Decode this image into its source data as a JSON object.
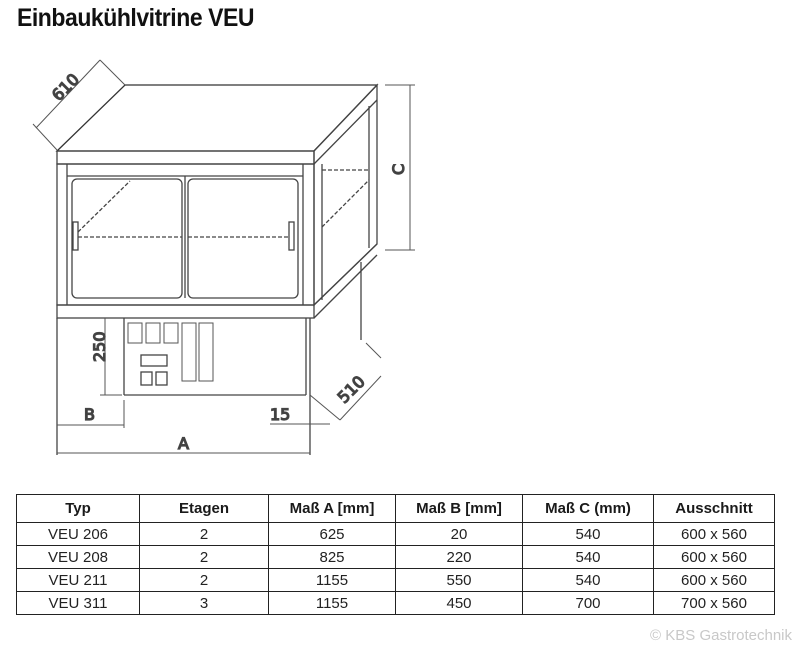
{
  "title": "Einbaukühlvitrine VEU",
  "drawing": {
    "labels": {
      "depth_top": "610",
      "height_c": "C",
      "base_height": "250",
      "depth_base": "510",
      "offset_b": "B",
      "offset_right": "15",
      "width_a": "A"
    }
  },
  "table": {
    "headers": [
      "Typ",
      "Etagen",
      "Maß A [mm]",
      "Maß B [mm]",
      "Maß C (mm)",
      "Ausschnitt"
    ],
    "rows": [
      [
        "VEU 206",
        "2",
        "625",
        "20",
        "540",
        "600 x 560"
      ],
      [
        "VEU 208",
        "2",
        "825",
        "220",
        "540",
        "600 x 560"
      ],
      [
        "VEU 211",
        "2",
        "1155",
        "550",
        "540",
        "600 x 560"
      ],
      [
        "VEU 311",
        "3",
        "1155",
        "450",
        "700",
        "700 x 560"
      ]
    ]
  },
  "footer": {
    "copyright": "© KBS Gastrotechnik"
  }
}
